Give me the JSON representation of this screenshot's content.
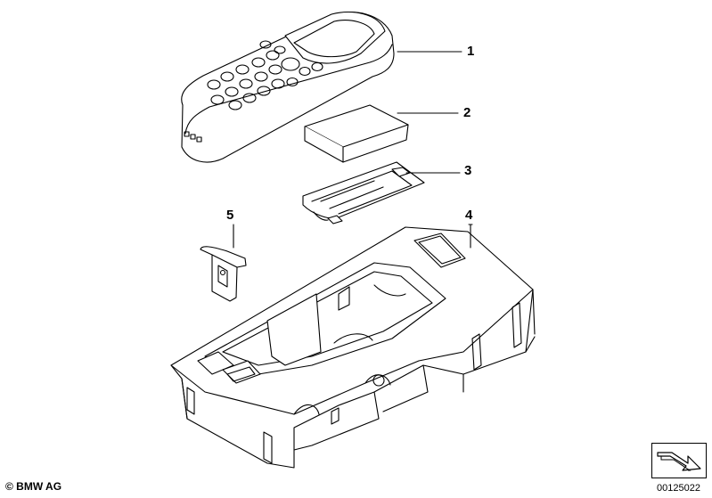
{
  "labels": {
    "part1": "1",
    "part2": "2",
    "part3": "3",
    "part4": "4",
    "part5": "5"
  },
  "footer": {
    "copyright": "© BMW AG",
    "catalog_id": "00125022"
  },
  "icons": {
    "nav_arrow": "diagonal-arrow-icon"
  }
}
